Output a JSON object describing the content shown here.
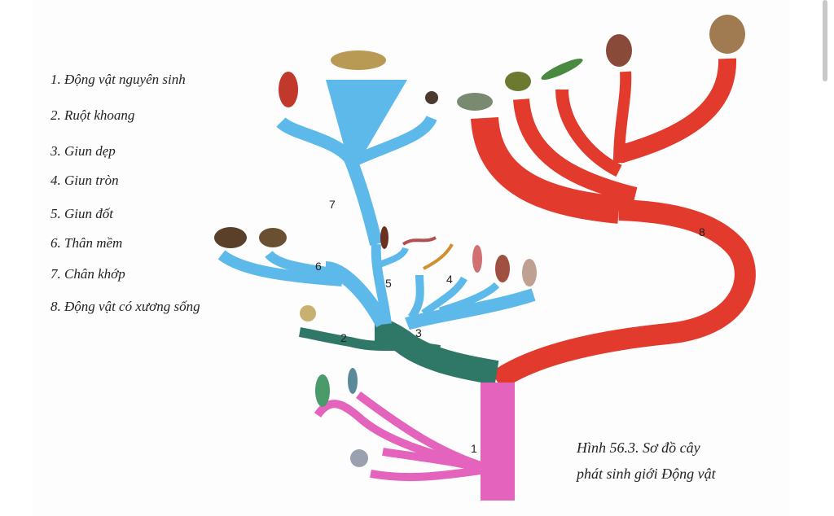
{
  "legend": [
    "1. Động vật nguyên sinh",
    "2. Ruột khoang",
    "3. Giun dẹp",
    "4. Giun tròn",
    "5. Giun đốt",
    "6. Thân mềm",
    "7. Chân khớp",
    "8. Động vật có xương sống"
  ],
  "branch_numbers": [
    "1",
    "2",
    "3",
    "4",
    "5",
    "6",
    "7",
    "8"
  ],
  "caption": {
    "line1": "Hình 56.3. Sơ đồ cây",
    "line2": "phát sinh giới Động vật"
  },
  "colors": {
    "protozoa": "#e463bd",
    "cnidaria": "#2f7868",
    "invertebrates": "#5cb9ea",
    "vertebrates": "#e23a2c"
  }
}
